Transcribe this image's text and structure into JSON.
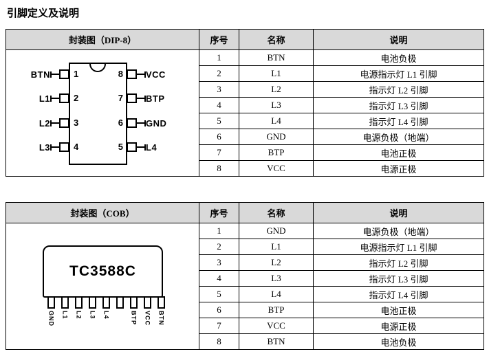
{
  "page_title": "引脚定义及说明",
  "tables": [
    {
      "package_label": "封装图（DIP-8）",
      "headers": {
        "num": "序号",
        "name": "名称",
        "desc": "说明"
      },
      "rows": [
        {
          "num": "1",
          "name": "BTN",
          "desc": "电池负极"
        },
        {
          "num": "2",
          "name": "L1",
          "desc": "电源指示灯 L1 引脚"
        },
        {
          "num": "3",
          "name": "L2",
          "desc": "指示灯 L2 引脚"
        },
        {
          "num": "4",
          "name": "L3",
          "desc": "指示灯 L3 引脚"
        },
        {
          "num": "5",
          "name": "L4",
          "desc": "指示灯 L4 引脚"
        },
        {
          "num": "6",
          "name": "GND",
          "desc": "电源负极（地端）"
        },
        {
          "num": "7",
          "name": "BTP",
          "desc": "电池正极"
        },
        {
          "num": "8",
          "name": "VCC",
          "desc": "电源正极"
        }
      ]
    },
    {
      "package_label": "封装图（COB）",
      "headers": {
        "num": "序号",
        "name": "名称",
        "desc": "说明"
      },
      "rows": [
        {
          "num": "1",
          "name": "GND",
          "desc": "电源负极（地端）"
        },
        {
          "num": "2",
          "name": "L1",
          "desc": "电源指示灯 L1 引脚"
        },
        {
          "num": "3",
          "name": "L2",
          "desc": "指示灯 L2 引脚"
        },
        {
          "num": "4",
          "name": "L3",
          "desc": "指示灯 L3 引脚"
        },
        {
          "num": "5",
          "name": "L4",
          "desc": "指示灯 L4 引脚"
        },
        {
          "num": "6",
          "name": "BTP",
          "desc": "电池正极"
        },
        {
          "num": "7",
          "name": "VCC",
          "desc": "电源正极"
        },
        {
          "num": "8",
          "name": "BTN",
          "desc": "电池负极"
        }
      ]
    }
  ],
  "dip_diagram": {
    "left_pins": [
      {
        "num": "1",
        "label": "BTN"
      },
      {
        "num": "2",
        "label": "L1"
      },
      {
        "num": "3",
        "label": "L2"
      },
      {
        "num": "4",
        "label": "L3"
      }
    ],
    "right_pins": [
      {
        "num": "8",
        "label": "VCC"
      },
      {
        "num": "7",
        "label": "BTP"
      },
      {
        "num": "6",
        "label": "GND"
      },
      {
        "num": "5",
        "label": "L4"
      }
    ]
  },
  "cob_diagram": {
    "chip_label": "TC3588C",
    "pin_labels": [
      "GND",
      "L1",
      "L2",
      "L3",
      "L4",
      "",
      "BTP",
      "VCC",
      "BTN"
    ]
  }
}
